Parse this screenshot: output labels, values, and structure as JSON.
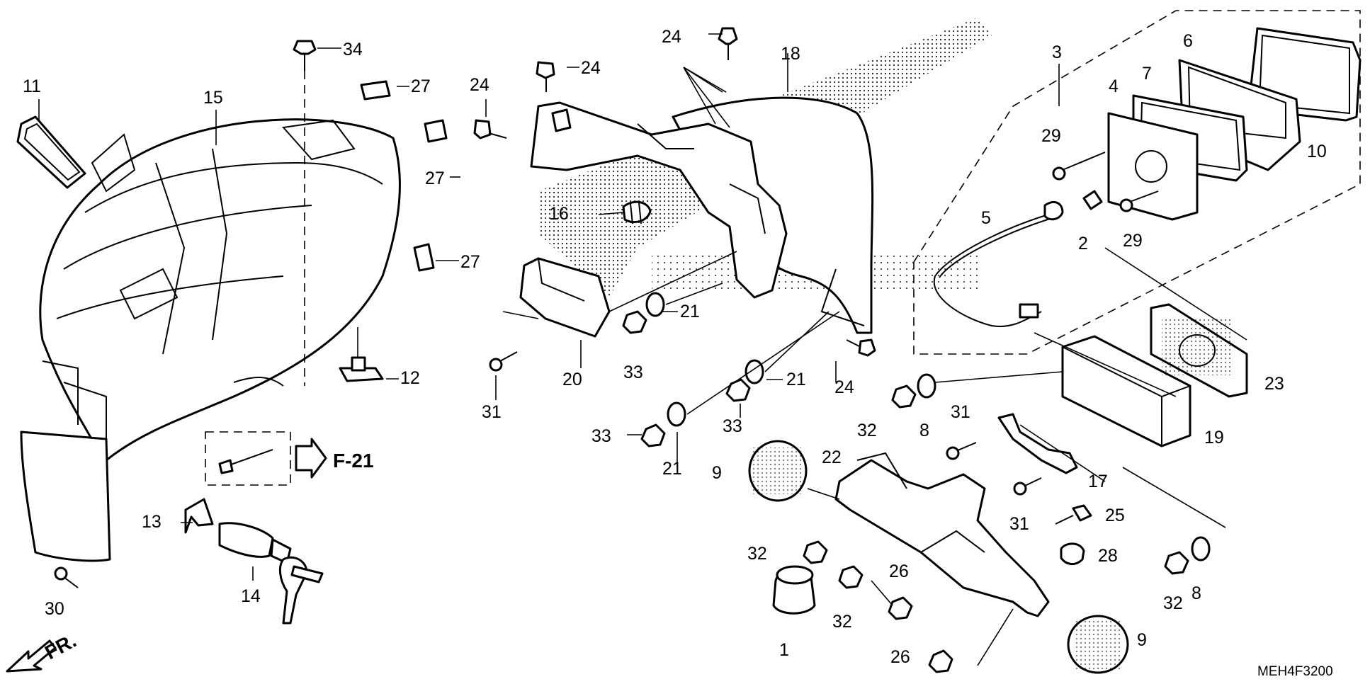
{
  "diagram": {
    "code": "MEH4F3200",
    "front_arrow": "FR.",
    "reference": "F-21",
    "callouts": [
      "1",
      "2",
      "3",
      "4",
      "5",
      "6",
      "7",
      "8",
      "8",
      "9",
      "9",
      "10",
      "11",
      "12",
      "13",
      "14",
      "15",
      "16",
      "17",
      "18",
      "19",
      "20",
      "21",
      "21",
      "21",
      "22",
      "23",
      "24",
      "24",
      "24",
      "24",
      "25",
      "26",
      "26",
      "27",
      "27",
      "27",
      "28",
      "29",
      "29",
      "30",
      "31",
      "31",
      "31",
      "32",
      "32",
      "32",
      "32",
      "33",
      "33",
      "33",
      "34"
    ]
  }
}
